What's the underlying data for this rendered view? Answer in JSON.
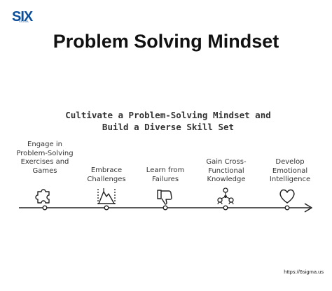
{
  "brand": {
    "logo_text": "SIX",
    "logo_subtext": "SIGMA"
  },
  "page_title": "Problem Solving Mindset",
  "diagram": {
    "title_line1": "Cultivate a Problem-Solving Mindset and",
    "title_line2": "Build a Diverse Skill Set",
    "steps": [
      {
        "label": "Engage in Problem-Solving Exercises and Games",
        "icon": "puzzle-icon"
      },
      {
        "label": "Embrace Challenges",
        "icon": "mountain-climb-icon"
      },
      {
        "label": "Learn from Failures",
        "icon": "thumbs-down-icon"
      },
      {
        "label": "Gain Cross-Functional Knowledge",
        "icon": "network-icon"
      },
      {
        "label": "Develop Emotional Intelligence",
        "icon": "heart-icon"
      }
    ]
  },
  "footer": {
    "url": "https://6sigma.us"
  }
}
